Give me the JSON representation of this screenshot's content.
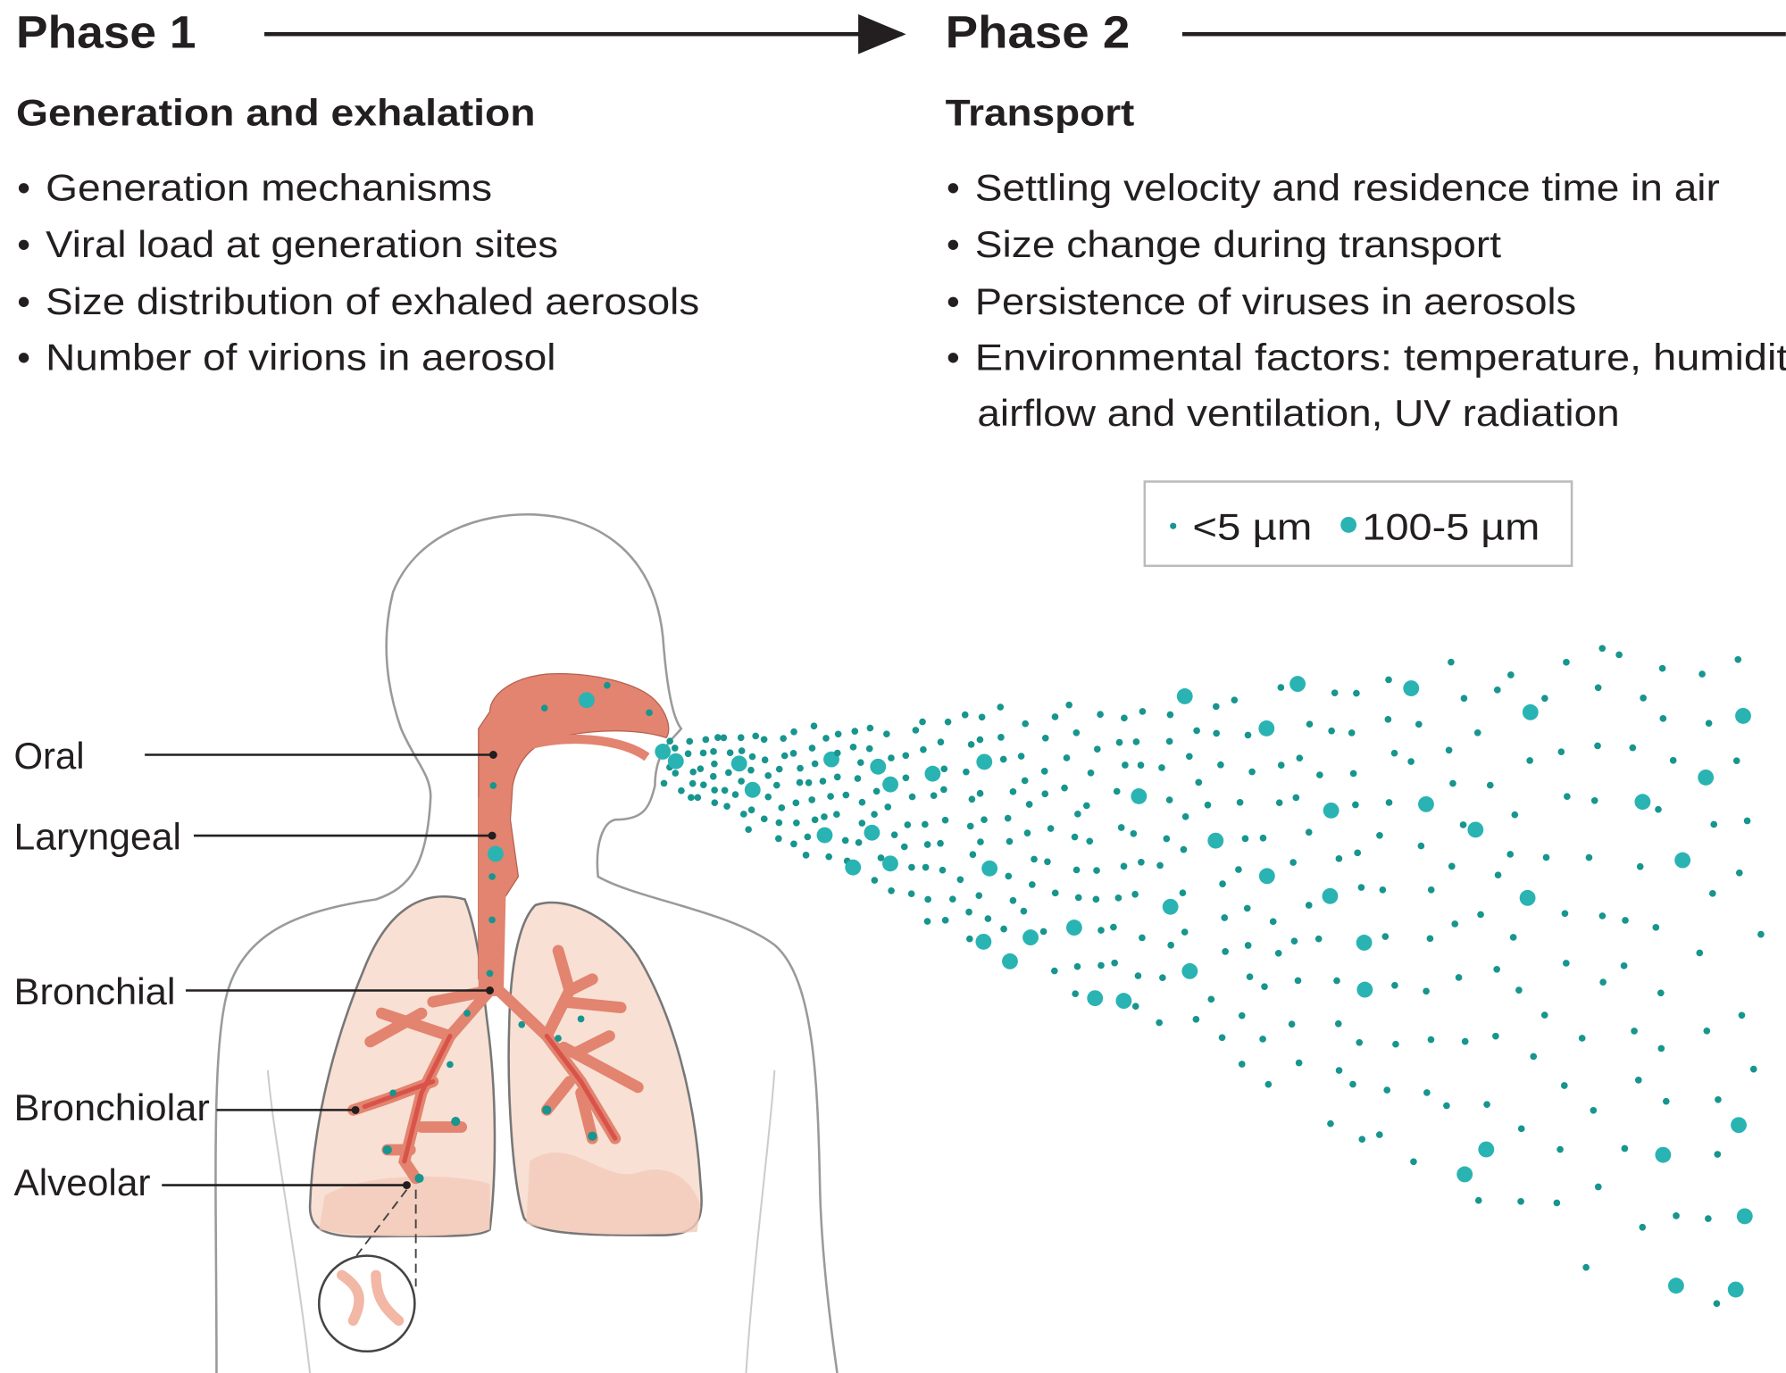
{
  "phase1": {
    "title": "Phase 1",
    "subtitle": "Generation and exhalation",
    "bullets": [
      "Generation mechanisms",
      "Viral load at generation sites",
      "Size distribution of exhaled aerosols",
      "Number of virions in aerosol"
    ]
  },
  "phase2": {
    "title": "Phase 2",
    "subtitle": "Transport",
    "bullets": [
      "Settling velocity and residence time in air",
      "Size change during transport",
      "Persistence of viruses in aerosols",
      "Environmental factors: temperature, humidity,",
      "airflow and ventilation, UV radiation"
    ]
  },
  "bullet_char": "•",
  "legend": {
    "small_label": "<5 µm",
    "large_label": "100-5 µm"
  },
  "anatomy_labels": {
    "oral": "Oral",
    "laryngeal": "Laryngeal",
    "bronchial": "Bronchial",
    "bronchiolar": "Bronchiolar",
    "alveolar": "Alveolar"
  },
  "colors": {
    "aerosol_small": "#17958f",
    "aerosol_large": "#2ab3b3",
    "airway": "#e2846f",
    "airway_dark": "#d9534a",
    "lung": "#f8e0d4"
  }
}
